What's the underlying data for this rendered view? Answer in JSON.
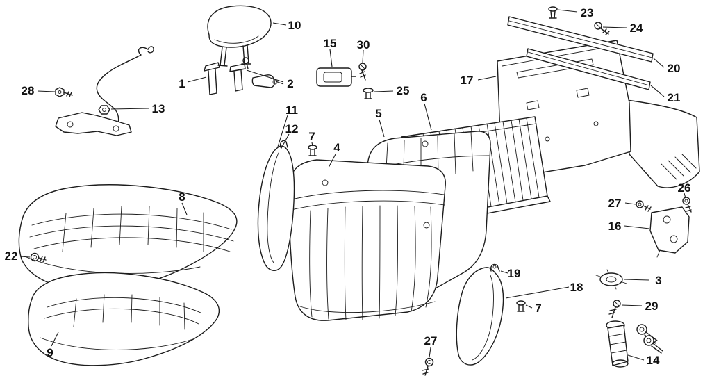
{
  "page": {
    "background": "#ffffff",
    "ink": "#1c1c1c",
    "label_color": "#111111",
    "description": "Exploded rear-seat parts line diagram with numbered callouts"
  },
  "labels": {
    "l1": {
      "text": "1",
      "part": "headrest-guide"
    },
    "l2": {
      "text": "2",
      "part": "headrest-guide-lock"
    },
    "l3": {
      "text": "3",
      "part": "grommet"
    },
    "l4": {
      "text": "4",
      "part": "seat-back-trim"
    },
    "l5": {
      "text": "5",
      "part": "seat-back-cover"
    },
    "l6": {
      "text": "6",
      "part": "seat-back-board"
    },
    "l7a": {
      "text": "7",
      "part": "clip"
    },
    "l7b": {
      "text": "7",
      "part": "clip"
    },
    "l8": {
      "text": "8",
      "part": "rear-seat-cushion"
    },
    "l9": {
      "text": "9",
      "part": "seat-cushion-trim"
    },
    "l10": {
      "text": "10",
      "part": "headrest"
    },
    "l11": {
      "text": "11",
      "part": "side-bolster"
    },
    "l12": {
      "text": "12",
      "part": "side-bolster-trim"
    },
    "l13": {
      "text": "13",
      "part": "support-wire"
    },
    "l14": {
      "text": "14",
      "part": "lock-cylinder-with-keys"
    },
    "l15": {
      "text": "15",
      "part": "latch"
    },
    "l16": {
      "text": "16",
      "part": "striker-bracket"
    },
    "l17": {
      "text": "17",
      "part": "rear-shelf-panel"
    },
    "l18": {
      "text": "18",
      "part": "side-bolster-right"
    },
    "l19": {
      "text": "19",
      "part": "hook"
    },
    "l20": {
      "text": "20",
      "part": "trim-rail-upper"
    },
    "l21": {
      "text": "21",
      "part": "trim-rail-lower"
    },
    "l22": {
      "text": "22",
      "part": "bolt"
    },
    "l23": {
      "text": "23",
      "part": "clip-fastener"
    },
    "l24": {
      "text": "24",
      "part": "screw"
    },
    "l25": {
      "text": "25",
      "part": "clip-nut"
    },
    "l26": {
      "text": "26",
      "part": "bolt"
    },
    "l27a": {
      "text": "27",
      "part": "bolt"
    },
    "l27b": {
      "text": "27",
      "part": "bolt"
    },
    "l28": {
      "text": "28",
      "part": "bolt"
    },
    "l29": {
      "text": "29",
      "part": "screw"
    },
    "l30": {
      "text": "30",
      "part": "screw"
    }
  }
}
